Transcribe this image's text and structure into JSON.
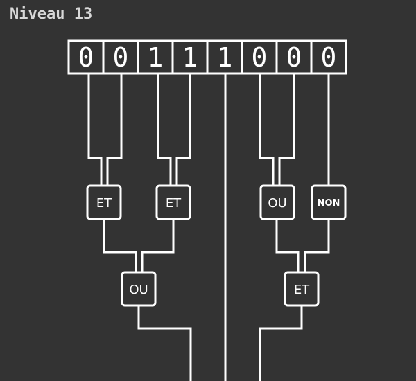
{
  "level": {
    "title": "Niveau 13"
  },
  "bits": [
    "0",
    "0",
    "1",
    "1",
    "1",
    "0",
    "0",
    "0"
  ],
  "gates": {
    "et_1": "ET",
    "et_2": "ET",
    "ou_1": "OU",
    "non_1": "NON",
    "ou_2": "OU",
    "et_3": "ET"
  },
  "colors": {
    "background": "#333333",
    "wire": "#ffffff",
    "title": "#d8d8d8"
  }
}
